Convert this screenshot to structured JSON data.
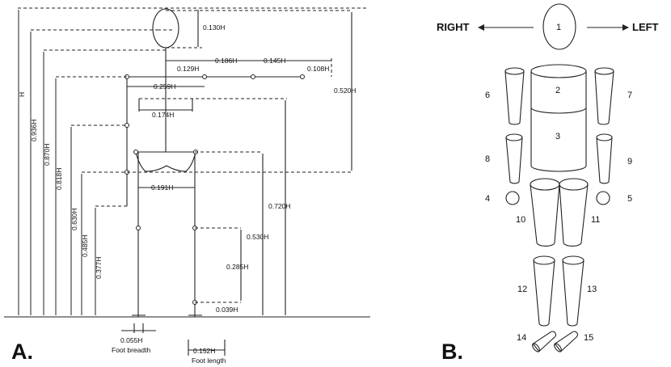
{
  "panelA": {
    "label": "A.",
    "height_symbol": "H",
    "dimensions": {
      "head_height": "0.130H",
      "shoulder_to_elbow_1": "0.129H",
      "shoulder_to_elbow_2": "0.186H",
      "forearm": "0.145H",
      "hand": "0.108H",
      "shoulder_width": "0.259H",
      "chest_width": "0.174H",
      "hip_width": "0.191H",
      "shoulder_ht_right": "0.520H",
      "hip_ht": "0.720H",
      "knee_ht": "0.530H",
      "lower_leg": "0.285H",
      "ankle_ht": "0.039H",
      "eye_ht": "0.936H",
      "chin_ht": "0.870H",
      "shoulder_ht": "0.818H",
      "elbow_ht": "0.630H",
      "wrist_ht": "0.485H",
      "finger_ht": "0.377H",
      "foot_breadth_val": "0.055H",
      "foot_breadth_label": "Foot breadth",
      "foot_length_val": "0.152H",
      "foot_length_label": "Foot length"
    }
  },
  "panelB": {
    "label": "B.",
    "right_label": "RIGHT",
    "left_label": "LEFT",
    "segments": [
      "1",
      "2",
      "3",
      "4",
      "5",
      "6",
      "7",
      "8",
      "9",
      "10",
      "11",
      "12",
      "13",
      "14",
      "15"
    ]
  }
}
